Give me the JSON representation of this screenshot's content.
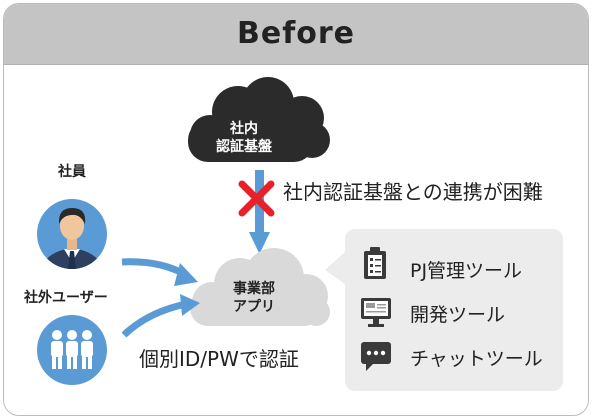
{
  "header": {
    "title": "Before"
  },
  "auth_cloud": {
    "line1": "社内",
    "line2": "認証基盤"
  },
  "conflict_text": "社内認証基盤との連携が困難",
  "app_cloud": {
    "line1": "事業部",
    "line2": "アプリ"
  },
  "employee_label": "社員",
  "external_label": "社外ユーザー",
  "credential_text": "個別ID/PWで認証",
  "tools": [
    {
      "label": "PJ管理ツール",
      "icon": "clipboard-checklist-icon"
    },
    {
      "label": "開発ツール",
      "icon": "monitor-icon"
    },
    {
      "label": "チャットツール",
      "icon": "chat-bubble-icon"
    }
  ],
  "colors": {
    "arrow": "#5b9bd5",
    "cross": "#e8202a",
    "dark_cloud": "#2b2b2b",
    "light_cloud": "#d9d9d9",
    "header": "#c4c4c4",
    "panel": "#ececec"
  }
}
